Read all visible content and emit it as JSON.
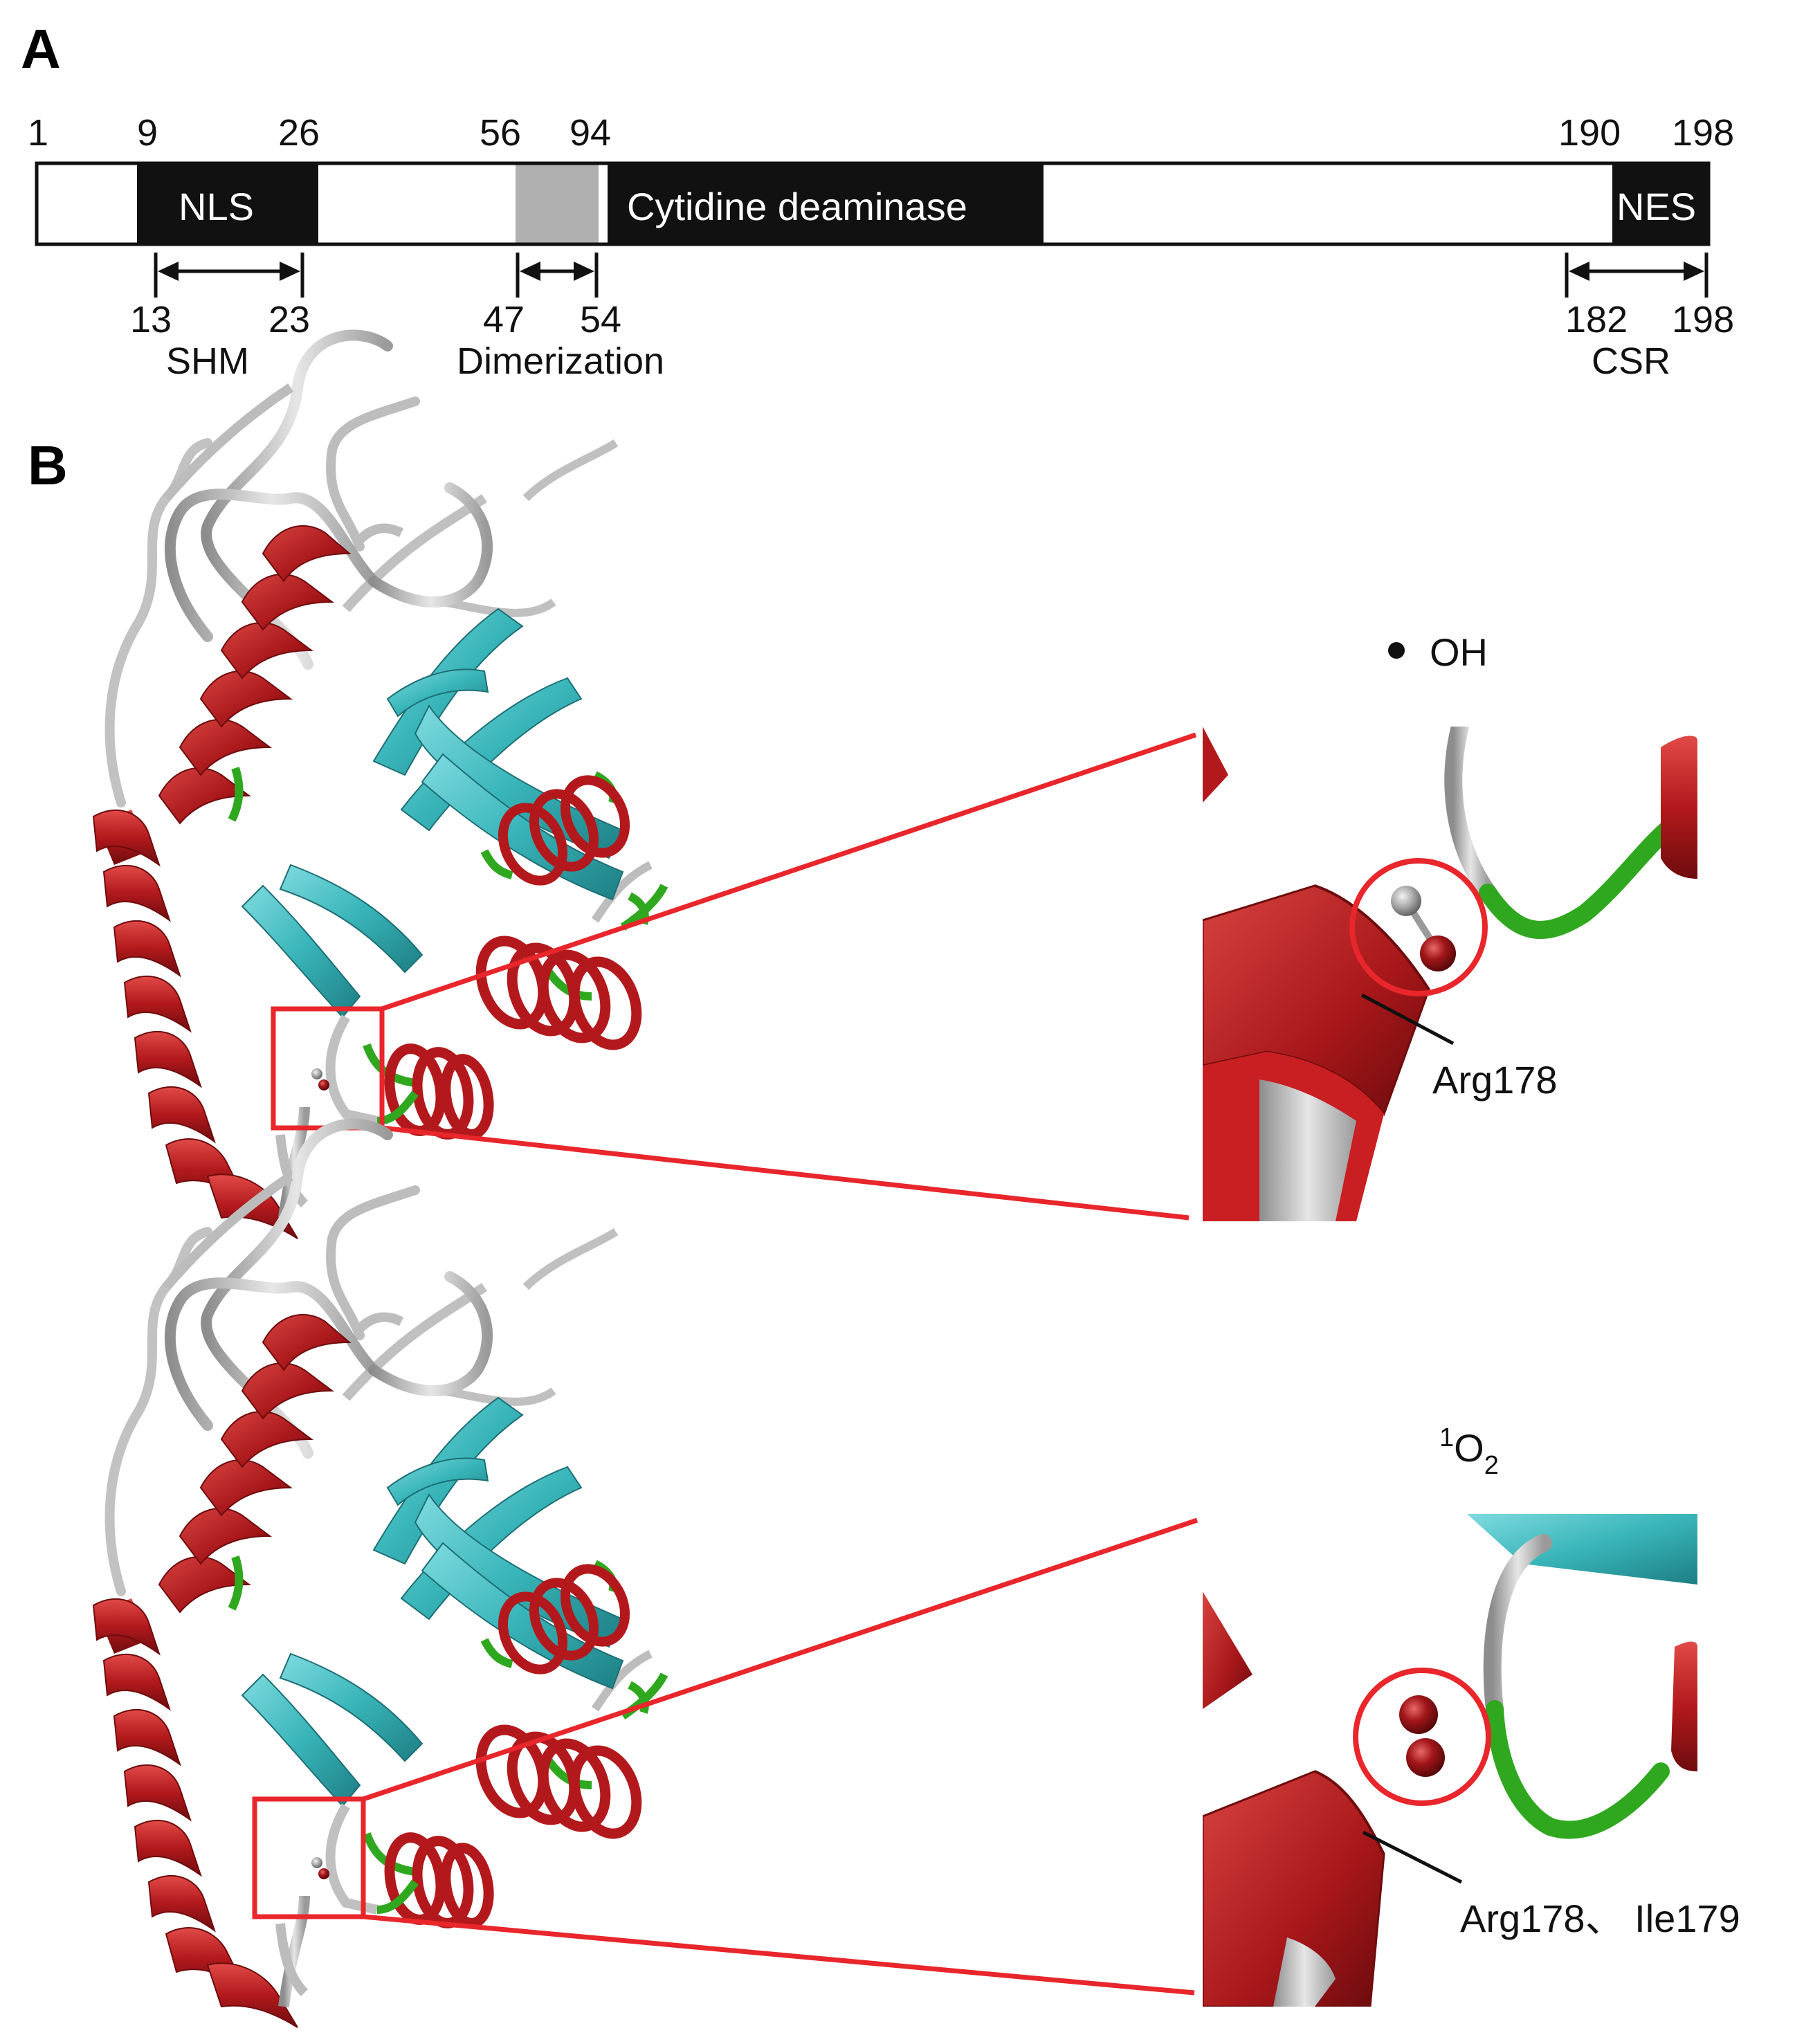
{
  "panel_a": {
    "letter": "A",
    "top_numbers": [
      "1",
      "9",
      "26",
      "56",
      "94",
      "190",
      "198"
    ],
    "domains": {
      "nls": "NLS",
      "cytidine_deaminase": "Cytidine deaminase",
      "nes": "NES"
    },
    "bottom_numbers": [
      "13",
      "23",
      "47",
      "54",
      "182",
      "198"
    ],
    "regions": {
      "shm": "SHM",
      "dimerization": "Dimerization",
      "csr": "CSR"
    }
  },
  "panel_b": {
    "letter": "B",
    "top_row": {
      "species_label": "OH",
      "residue_label": "Arg178"
    },
    "bottom_row": {
      "species_superscript": "1",
      "species_main": "O",
      "species_subscript": "2",
      "residue_label": "Arg178、 Ile179"
    }
  },
  "colors": {
    "helix": "#b3191c",
    "strand": "#38b5b9",
    "coil": "#c4c4c4",
    "turn": "#2fa81f",
    "highlight": "#e8262b",
    "domain_fill": "#111111",
    "dimerization_fill": "#b0b0b0"
  }
}
